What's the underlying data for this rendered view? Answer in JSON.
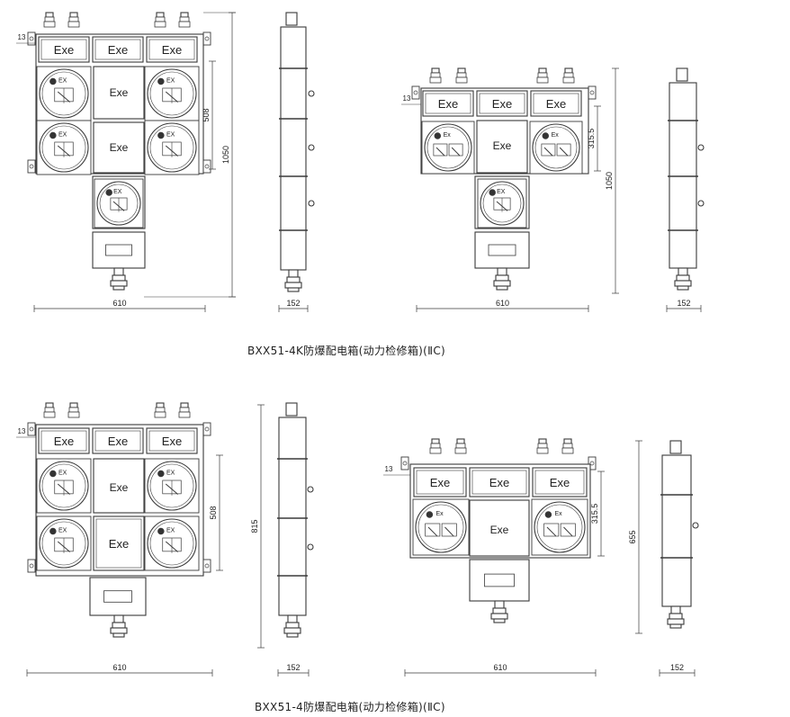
{
  "captions": {
    "top": "BXX51-4K防爆配电箱(动力检修箱)(ⅡC)",
    "bottom": "BXX51-4防爆配电箱(动力检修箱)(ⅡC)"
  },
  "labels": {
    "cover": "Exe",
    "ex_mark": "EX",
    "ex_mark_small": "Ex"
  },
  "dimensions": {
    "width_610": "610",
    "depth_152": "152",
    "lug_13": "13",
    "h_508": "508",
    "h_315_5": "315.5",
    "h_1050": "1050",
    "h_815": "815",
    "h_655": "655"
  },
  "colors": {
    "line": "#3a3a3a",
    "background": "#ffffff"
  }
}
